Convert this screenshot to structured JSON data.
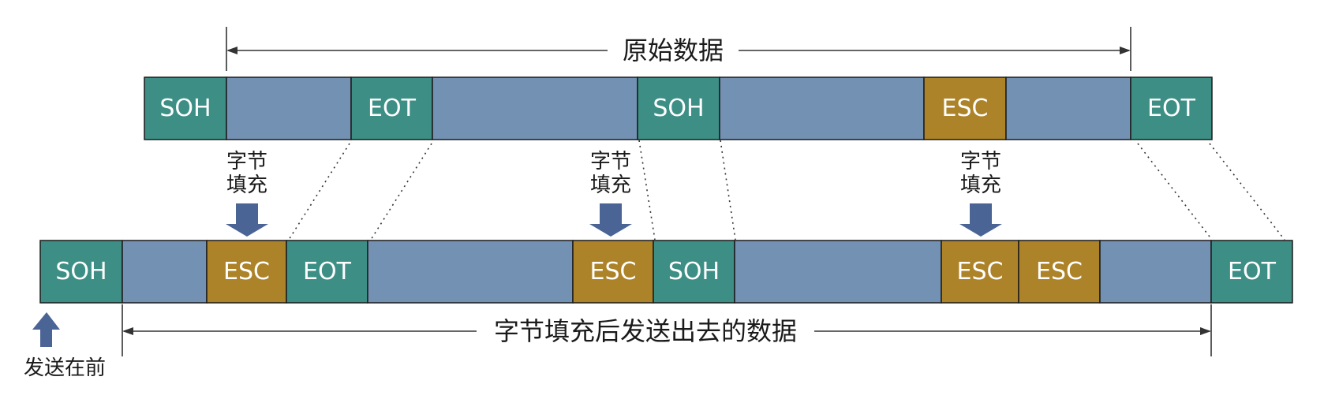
{
  "colors": {
    "control": "#3d8f86",
    "data": "#7391b2",
    "escape": "#ad8329",
    "arrow": "#4a6496"
  },
  "top_frame": {
    "label": "原始数据",
    "segments": [
      {
        "type": "control",
        "text": "SOH"
      },
      {
        "type": "data",
        "text": ""
      },
      {
        "type": "control",
        "text": "EOT"
      },
      {
        "type": "data",
        "text": ""
      },
      {
        "type": "control",
        "text": "SOH"
      },
      {
        "type": "data",
        "text": ""
      },
      {
        "type": "escape",
        "text": "ESC"
      },
      {
        "type": "data",
        "text": ""
      },
      {
        "type": "control",
        "text": "EOT"
      }
    ]
  },
  "bottom_frame": {
    "label": "字节填充后发送出去的数据",
    "segments": [
      {
        "type": "control",
        "text": "SOH"
      },
      {
        "type": "data",
        "text": ""
      },
      {
        "type": "escape",
        "text": "ESC"
      },
      {
        "type": "control",
        "text": "EOT"
      },
      {
        "type": "data",
        "text": ""
      },
      {
        "type": "escape",
        "text": "ESC"
      },
      {
        "type": "control",
        "text": "SOH"
      },
      {
        "type": "data",
        "text": ""
      },
      {
        "type": "escape",
        "text": "ESC"
      },
      {
        "type": "escape",
        "text": "ESC"
      },
      {
        "type": "data",
        "text": ""
      },
      {
        "type": "control",
        "text": "EOT"
      }
    ]
  },
  "stuffing": {
    "line1": "字节",
    "line2": "填充"
  },
  "send_first": {
    "label": "发送在前"
  }
}
